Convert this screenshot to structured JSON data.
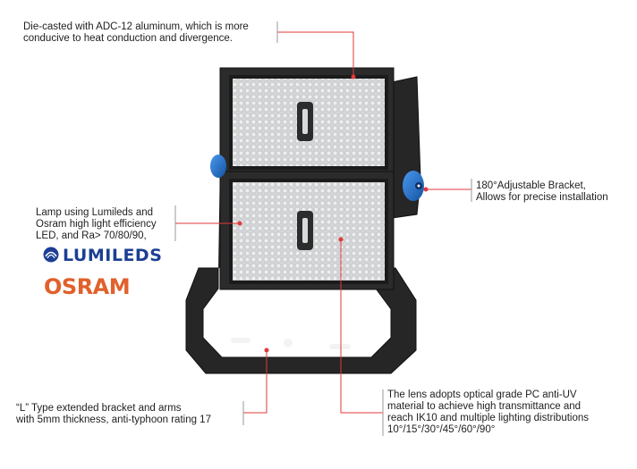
{
  "annotations": {
    "top": {
      "line1": "Die-casted with ADC-12 aluminum, which is more",
      "line2": "conducive to heat conduction and divergence."
    },
    "left": {
      "line1": "Lamp using Lumileds and",
      "line2": "Osram high light efficiency",
      "line3": "LED, and Ra> 70/80/90,"
    },
    "right": {
      "line1": "180°Adjustable Bracket,",
      "line2": "Allows for precise installation"
    },
    "bottom_left": {
      "line1": "“L” Type extended bracket and arms",
      "line2": "with 5mm thickness, anti-typhoon rating 17"
    },
    "bottom_right": {
      "line1": "The lens adopts optical grade PC anti-UV",
      "line2": "material to achieve high transmittance and",
      "line3": "reach IK10  and multiple lighting distributions",
      "line4": "10°/15°/30°/45°/60°/90°"
    }
  },
  "brands": {
    "lumileds": "LUMILEDS",
    "osram": "OSRAM"
  },
  "colors": {
    "callout_line": "#e03a3a",
    "lumileds_blue": "#1c3f94",
    "osram_orange": "#e1602b",
    "housing": "#2b2b2b",
    "knob_blue": "#1f6fd1"
  }
}
